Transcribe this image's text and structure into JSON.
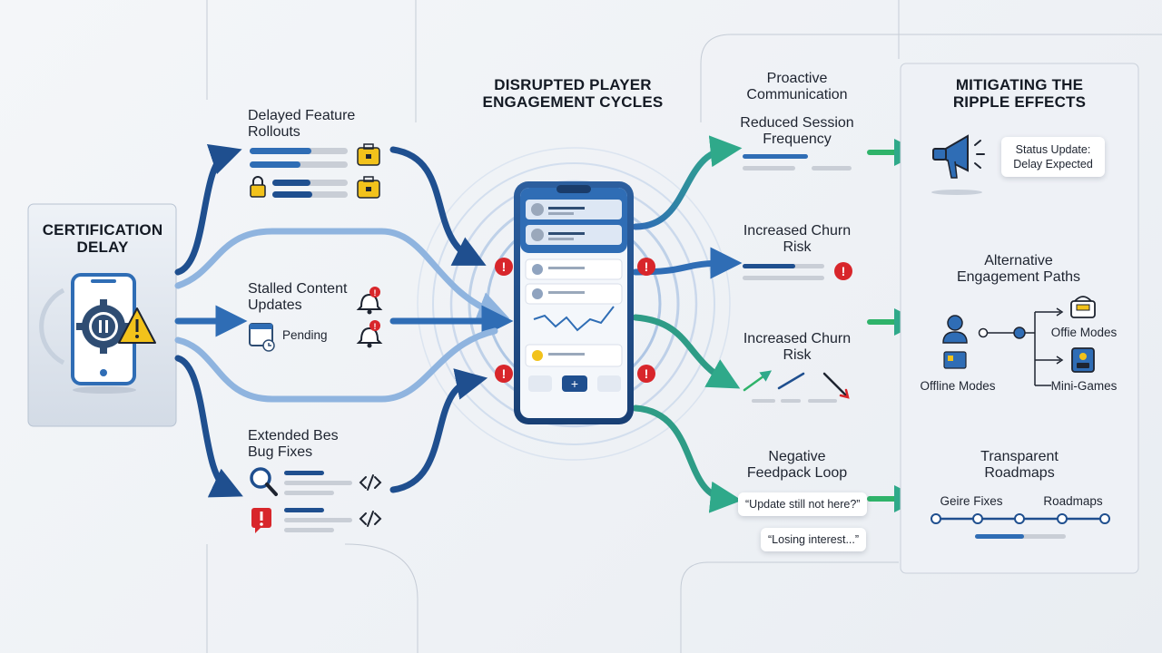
{
  "certification": {
    "title": "CERTIFICATION DELAY"
  },
  "left_items": [
    {
      "label": "Delayed Feature Rollouts"
    },
    {
      "label": "Stalled Content Updates",
      "status": "Pending"
    },
    {
      "label": "Extended Bes Bug Fixes"
    }
  ],
  "center": {
    "title": "DISRUPTED PLAYER ENGAGEMENT CYCLES"
  },
  "effects": [
    {
      "label": "Proactive Communication"
    },
    {
      "label": "Reduced Session Frequency"
    },
    {
      "label": "Increased Churn Risk"
    },
    {
      "label": "Increased Churn Risk"
    },
    {
      "label": "Negative Feedpack Loop"
    }
  ],
  "feedback_quotes": [
    "“Update still not here?”",
    "“Losing interest...”"
  ],
  "mitigation": {
    "title": "MITIGATING THE RIPPLE EFFECTS",
    "status_bubble": "Status Update: Delay Expected",
    "alt_title": "Alternative Engagement Paths",
    "offline_modes": "Offline Modes",
    "offie_modes": "Offie Modes",
    "mini_games": "Mini-Games",
    "roadmaps_title": "Transparent Roadmaps",
    "geire_fixes": "Geire Fixes",
    "roadmaps": "Roadmaps"
  },
  "colors": {
    "navy": "#1f4f8f",
    "blue": "#2f6db5",
    "light_blue": "#8fb4df",
    "teal": "#2e9c86",
    "green": "#2fb36a",
    "red": "#d8262b",
    "yellow": "#f2c21b",
    "grey_bar": "#c9ced6"
  }
}
